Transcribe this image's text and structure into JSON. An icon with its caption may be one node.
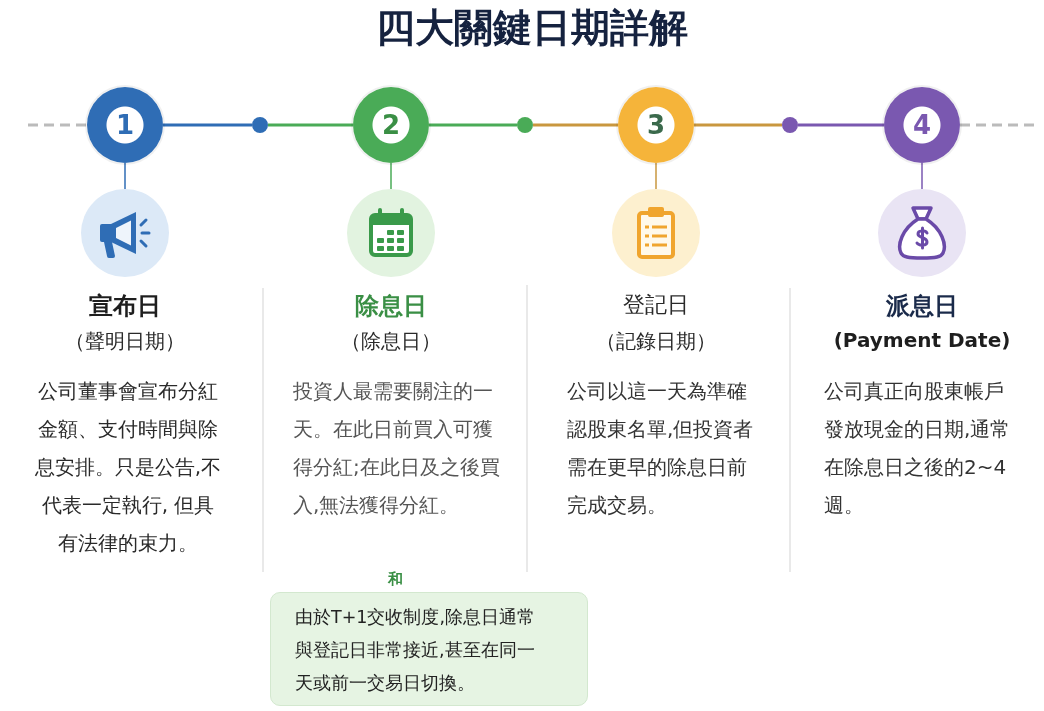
{
  "diagram": {
    "title": "四大關鍵日期詳解",
    "nodes": [
      {
        "text": [
          "1"
        ]
      },
      {
        "text": [],
        "shape": "circle"
      },
      {
        "text": [
          "2"
        ]
      },
      {
        "text": [],
        "shape": "circle"
      },
      {
        "text": [
          "3"
        ]
      },
      {
        "text": [],
        "shape": "circle"
      },
      {
        "text": [
          "4"
        ]
      },
      {
        "text": [],
        "shape": "picture",
        "beside": [
          "宣布日",
          "（聲明日期）",
          "公司董事會宣布分紅金額、支付時間與除息安排。只是公告,不代表一定執行, 但具有法律的束力。"
        ]
      },
      {
        "text": [],
        "shape": "picture",
        "beside": [
          "除息日",
          "（除息日）",
          "投資人最需要關注的一天。在此日前買入可獲得分紅;在此日及之後買入,無法獲得分紅。"
        ]
      },
      {
        "text": [],
        "shape": "picture",
        "beside": [
          "登記日",
          "（記錄日期）",
          "公司以這一天為準確認股東名單,但投資者需在更早的除息日前完成交易。"
        ]
      },
      {
        "text": [],
        "shape": "picture",
        "beside": [
          "派息日",
          "(Payment Date)",
          "公司真正向股東帳戶發放現金的日期,通常在除息日之後的2~4週。"
        ]
      },
      {
        "text": [
          "和",
          "由於T+1交收制度,除息日通常與登記日非常接近,甚至在同一天或前一交易日切換。"
        ]
      }
    ],
    "edges": [
      {
        "from": null,
        "to": 0,
        "arrow": "none",
        "style": "dashed",
        "color": "#bbbbbb"
      },
      {
        "from": 0,
        "to": 1,
        "arrow": "none",
        "color": "#2f6db5"
      },
      {
        "from": 1,
        "to": 2,
        "arrow": "none",
        "color": "#4aab57"
      },
      {
        "from": 2,
        "to": 3,
        "arrow": "none",
        "color": "#4aab57"
      },
      {
        "from": 3,
        "to": 4,
        "arrow": "none",
        "color": "#c9973f"
      },
      {
        "from": 4,
        "to": 5,
        "arrow": "none",
        "color": "#c9973f"
      },
      {
        "from": 5,
        "to": 6,
        "arrow": "none",
        "color": "#7a58b0"
      },
      {
        "from": 6,
        "to": null,
        "arrow": "none",
        "style": "dashed",
        "color": "#bbbbbb"
      },
      {
        "from": 0,
        "to": 7,
        "arrow": "none",
        "color": "#2f6db5"
      },
      {
        "from": 2,
        "to": 8,
        "arrow": "none",
        "color": "#4aab57"
      },
      {
        "from": 4,
        "to": 9,
        "arrow": "none",
        "color": "#c9973f"
      },
      {
        "from": 6,
        "to": 10,
        "arrow": "none",
        "color": "#7a58b0"
      }
    ]
  }
}
